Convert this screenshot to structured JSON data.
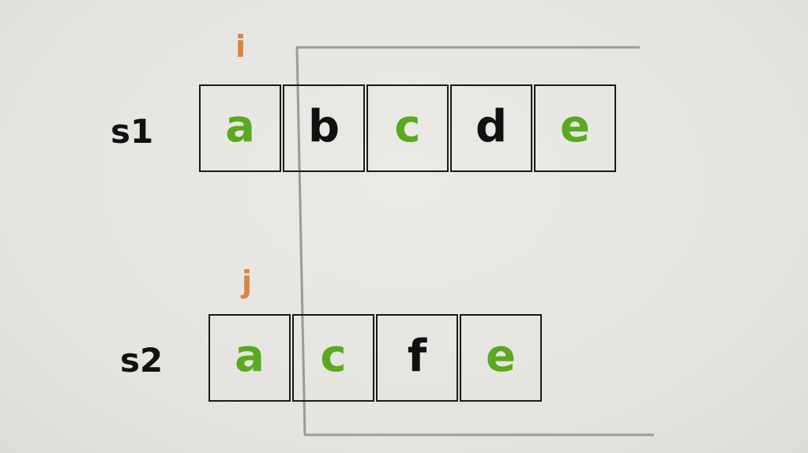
{
  "colors": {
    "match": "#5aa91f",
    "normal": "#111111",
    "pointer": "#d9843f",
    "bracket": "#9a9a98"
  },
  "s1": {
    "label": "s1",
    "pointer": "i",
    "cells": [
      {
        "char": "a",
        "highlight": true
      },
      {
        "char": "b",
        "highlight": false
      },
      {
        "char": "c",
        "highlight": true
      },
      {
        "char": "d",
        "highlight": false
      },
      {
        "char": "e",
        "highlight": true
      }
    ]
  },
  "s2": {
    "label": "s2",
    "pointer": "j",
    "cells": [
      {
        "char": "a",
        "highlight": true
      },
      {
        "char": "c",
        "highlight": true
      },
      {
        "char": "f",
        "highlight": false
      },
      {
        "char": "e",
        "highlight": true
      }
    ]
  }
}
